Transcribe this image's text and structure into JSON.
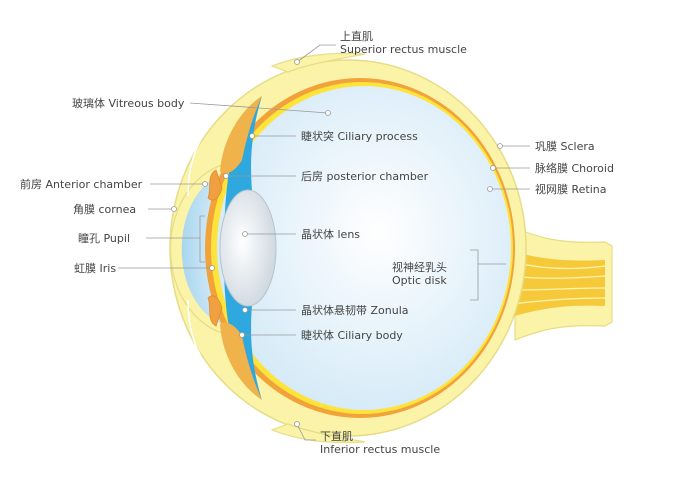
{
  "labels": {
    "superior_rectus_cn": "上直肌",
    "superior_rectus_en": "Superior rectus muscle",
    "vitreous_body": "玻璃体 Vitreous body",
    "ciliary_process": "睫状突  Ciliary process",
    "anterior_chamber": "前房 Anterior chamber",
    "posterior_chamber": "后房 posterior chamber",
    "cornea": "角膜 cornea",
    "pupil": "瞳孔 Pupil",
    "lens": "晶状体 lens",
    "iris": "虹膜 Iris",
    "zonula": "晶状体悬韧带 Zonula",
    "ciliary_body": "睫状体 Ciliary body",
    "sclera": "巩膜 Sclera",
    "choroid": "脉络膜 Choroid",
    "retina": "视网膜 Retina",
    "optic_disk_cn": "视神经乳头",
    "optic_disk_en": "Optic disk",
    "inferior_rectus_cn": "下直肌",
    "inferior_rectus_en": "Inferior rectus muscle"
  },
  "colors": {
    "sclera": "#fbf3a8",
    "sclera_edge": "#e6dd86",
    "choroid": "#f2a23a",
    "retina": "#fde33a",
    "vitreous": "#dff0fa",
    "chamber": "#2fa8df",
    "ciliary": "#f0b24a",
    "lens": "#e9eef3",
    "leader": "#9a9a9a"
  }
}
